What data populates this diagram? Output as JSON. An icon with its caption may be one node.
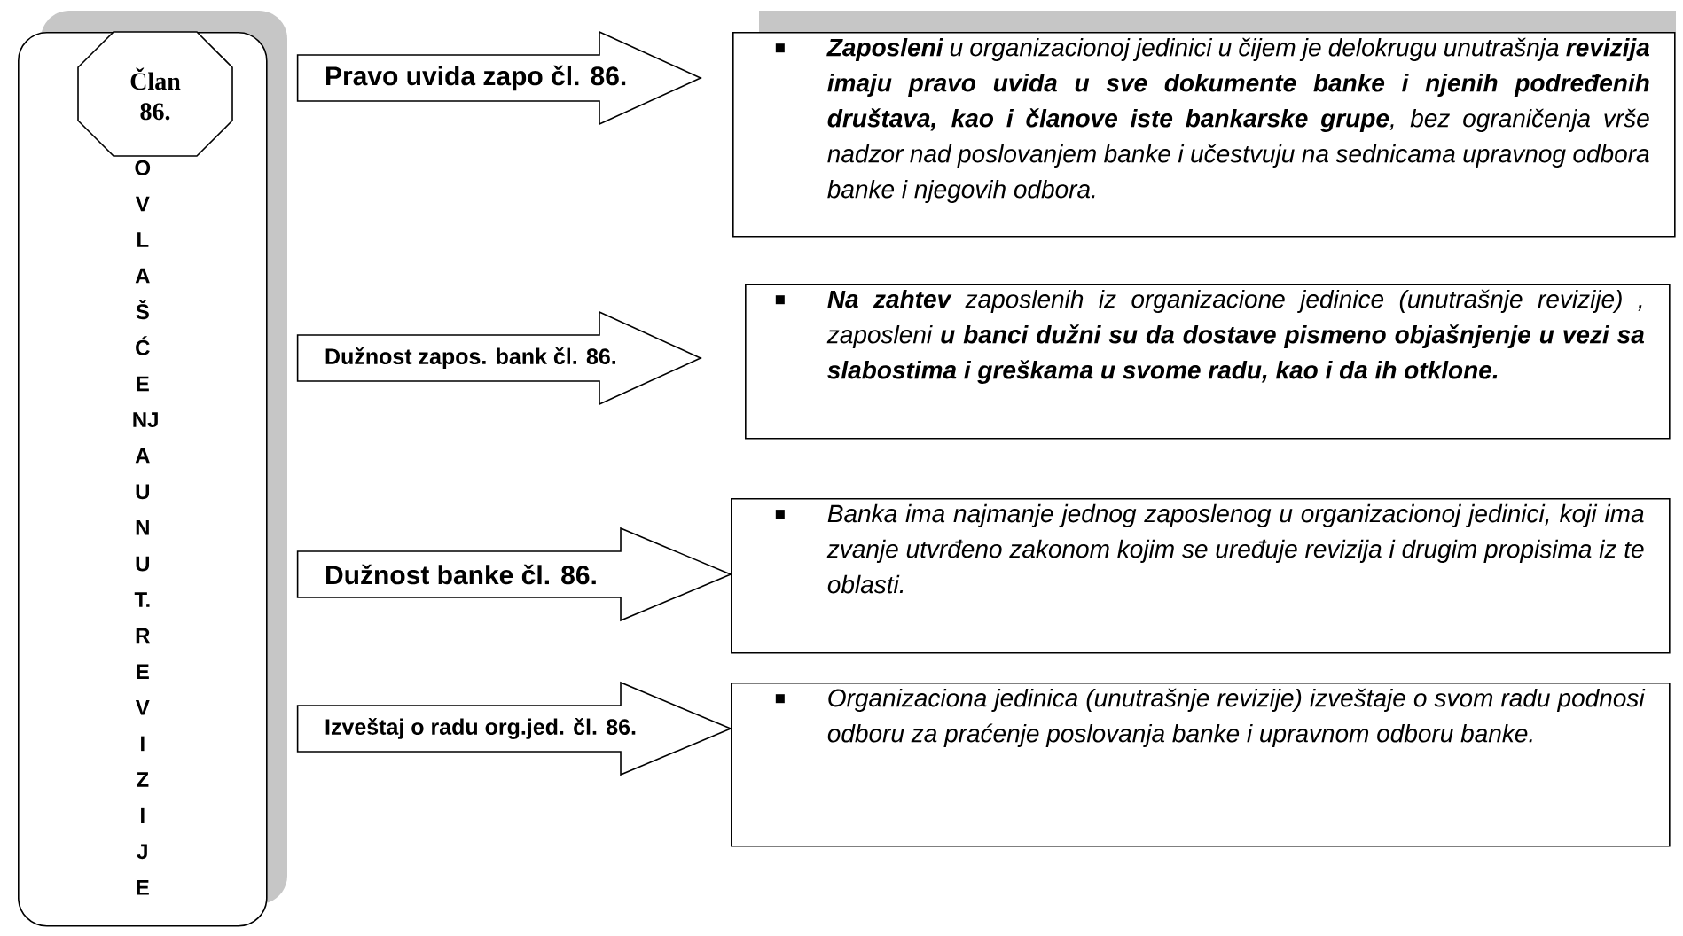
{
  "diagram": {
    "nodes": [
      {
        "text": [
          "O V L A Š Ć E NJ A U N U T. R E V I Z I J E"
        ]
      },
      {
        "text": [
          "Član 86."
        ],
        "in": 0
      },
      {
        "text": [
          "**Zaposleni** u organizacionoj jedinici u čijem je delokrugu unutrašnja **revizija imaju pravo uvida u sve dokumente banke i njenih podređenih društava, kao i članove iste bankarske grupe**, bez ograničenja vrše nadzor nad poslovanjem banke i učestvuju na sednicama upravnog odbora banke i njegovih odbora."
        ]
      },
      {
        "text": [
          "**Na zahtev** zaposlenih iz organizacione jedinice (unutrašnje revizije) , zaposleni **u banci dužni su da dostave pismeno objašnjenje u vezi sa slabostima i greškama u svome radu, kao i da ih otklone.**"
        ]
      },
      {
        "text": [
          "Banka ima najmanje jednog zaposlenog u organizacionoj jedinici, koji ima zvanje utvrđeno zakonom kojim se uređuje revizija i drugim propisima iz te oblasti."
        ]
      },
      {
        "text": [
          "Organizaciona jedinica (unutrašnje revizije) izveštaje o svom radu podnosi odboru za praćenje poslovanja banke i upravnom odboru banke."
        ]
      }
    ],
    "edges": [
      {
        "from": 0,
        "to": 2,
        "arrow": "to",
        "label": "Pravo uvida zapo čl. 86."
      },
      {
        "from": 0,
        "to": 3,
        "arrow": "to",
        "label": "Dužnost zapos. bank čl. 86."
      },
      {
        "from": 0,
        "to": 4,
        "arrow": "to",
        "label": "Dužnost banke čl. 86."
      },
      {
        "from": 0,
        "to": 5,
        "arrow": "to",
        "label": "Izveštaj o radu org.jed. čl. 86."
      }
    ]
  }
}
